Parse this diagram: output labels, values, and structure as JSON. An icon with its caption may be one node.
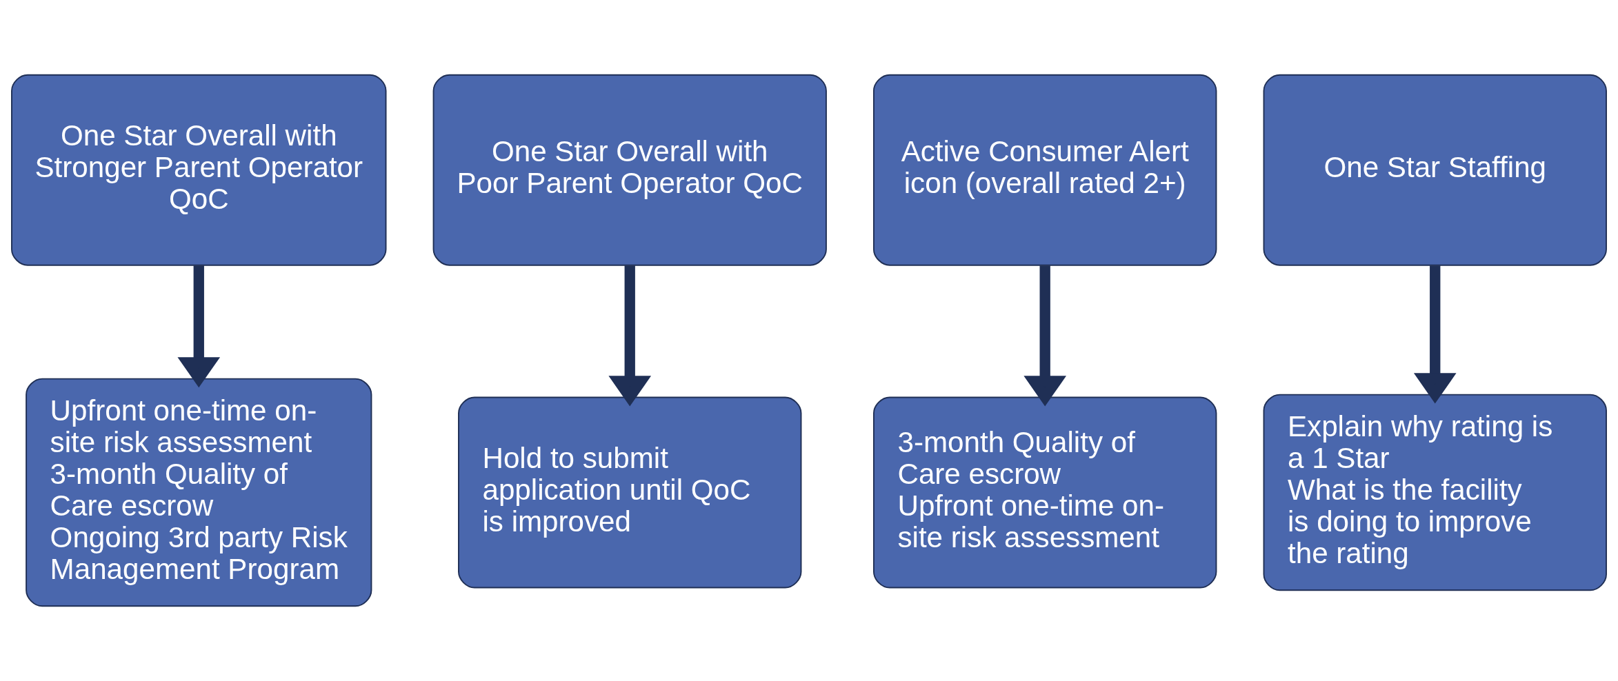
{
  "diagram": {
    "nodes": [
      {
        "text": [
          "One Star Overall with Stronger Parent Operator QoC"
        ]
      },
      {
        "text": [
          "One Star Overall with Poor Parent Operator QoC"
        ]
      },
      {
        "text": [
          "Active Consumer Alert icon (overall rated 2+)"
        ]
      },
      {
        "text": [
          "One Star Staffing"
        ]
      },
      {
        "text": [
          "Upfront one-time on-site risk assessment",
          "3-month Quality of Care escrow",
          "Ongoing 3rd party Risk Management Program"
        ]
      },
      {
        "text": [
          "Hold to submit application until QoC is improved"
        ]
      },
      {
        "text": [
          "3-month Quality of Care escrow",
          "Upfront one-time on-site risk assessment"
        ]
      },
      {
        "text": [
          "Explain why rating is a 1 Star",
          "What is the facility is doing to improve the rating"
        ]
      }
    ],
    "edges": [
      {
        "from": 0,
        "to": 4,
        "arrow": "to"
      },
      {
        "from": 1,
        "to": 5,
        "arrow": "to"
      },
      {
        "from": 2,
        "to": 6,
        "arrow": "to"
      },
      {
        "from": 3,
        "to": 7,
        "arrow": "to"
      }
    ]
  }
}
